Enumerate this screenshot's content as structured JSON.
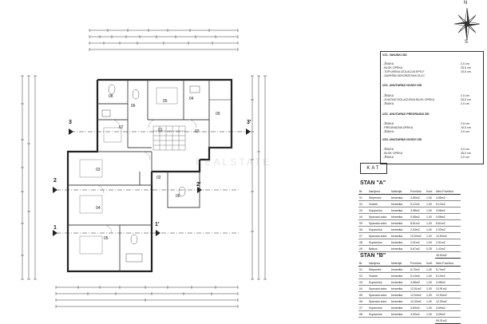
{
  "compass": {
    "north": "N",
    "south": "S"
  },
  "watermark": "REALSTATE",
  "rooms": {
    "r01": "01",
    "r02": "02",
    "r03": "03",
    "r04": "04",
    "r05": "05",
    "r06": "06",
    "r07": "07",
    "r08": "08",
    "r09": "09",
    "r06b": "06"
  },
  "sections": {
    "s1": "1",
    "s1b": "1'",
    "s2": "2",
    "s2b": "2'",
    "s3": "3",
    "s3b": "3'"
  },
  "legend": {
    "groups": [
      {
        "title": "VZ1. VANJSKI ZID",
        "rows": [
          [
            "- ŽBUKA",
            "2,0 cm"
          ],
          [
            "- BLOK OPEKA",
            "25,0 cm"
          ],
          [
            "- TOPLINSKA IZOLACIJA EPS-F",
            "10,0 cm"
          ],
          [
            "- ZAVRŠNI DEKORATIVNI SLOJ",
            ""
          ]
        ]
      },
      {
        "title": "UZ1. UNUTARNJI NOSIVI ZID",
        "rows": [
          [
            "- ŽBUKA",
            "2,0 cm"
          ],
          [
            "- ZVUČNO IZOLACIJSKA BLOK OPEKA",
            "25,0 cm"
          ],
          [
            "- ŽBUKA",
            "2,0 cm"
          ]
        ]
      },
      {
        "title": "UZ2. UNUTARNJI PREGRADNI ZID",
        "rows": [
          [
            "- ŽBUKA",
            "2,0 cm"
          ],
          [
            "- PREGRADNA OPEKA",
            "10,0 cm"
          ],
          [
            "- ŽBUKA",
            "2,0 cm"
          ]
        ]
      },
      {
        "title": "UZ3. UNUTARNJI NOSIVI ZID",
        "rows": [
          [
            "- ŽBUKA",
            "2,0 cm"
          ],
          [
            "- BLOK OPEKA",
            "25,0 cm"
          ],
          [
            "- ŽBUKA",
            "2,0 cm"
          ]
        ]
      }
    ]
  },
  "sheet_title": "KAT",
  "stan_a": {
    "title": "STAN \"A\"",
    "headers": [
      "Br.",
      "Namjena",
      "Materijal",
      "Površina",
      "Koef.",
      "Neto Površina"
    ],
    "rows": [
      [
        "01",
        "Stepenice",
        "keramika",
        "4,55m2",
        "1,00",
        "4,55m2"
      ],
      [
        "02",
        "Hodnik",
        "keramika",
        "5,12m2",
        "1,00",
        "5,12m2"
      ],
      [
        "03",
        "Kupaonica",
        "keramika",
        "3,98m2",
        "1,00",
        "3,98m2"
      ],
      [
        "04",
        "Spavaća soba",
        "keramika",
        "9,58m2",
        "1,00",
        "9,58m2"
      ],
      [
        "05",
        "Spavaća soba",
        "keramika",
        "8,61m2",
        "1,00",
        "8,61m2"
      ],
      [
        "06",
        "Kupaonica",
        "keramika",
        "2,93m2",
        "1,00",
        "2,93m2"
      ],
      [
        "07",
        "Spavaća soba",
        "keramika",
        "10,53m2",
        "1,00",
        "10,53m2"
      ],
      [
        "08",
        "Kupaonica",
        "keramika",
        "2,91m2",
        "1,00",
        "2,91m2"
      ],
      [
        "09",
        "Balkon",
        "keramika",
        "5,67m2",
        "0,25",
        "1,42m2"
      ]
    ],
    "total": "49,63m2"
  },
  "stan_b": {
    "title": "STAN \"B\"",
    "headers": [
      "Br.",
      "Namjena",
      "Materijal",
      "Površina",
      "Koef.",
      "Neto Površina"
    ],
    "rows": [
      [
        "01",
        "Stepenice",
        "keramika",
        "5,70m2",
        "1,00",
        "5,70m2"
      ],
      [
        "02",
        "Hodnik",
        "keramika",
        "5,10m2",
        "1,00",
        "5,10m2"
      ],
      [
        "03",
        "Kupaonica",
        "keramika",
        "3,98m2",
        "1,00",
        "3,98m2"
      ],
      [
        "04",
        "Spavaća soba",
        "keramika",
        "12,91m2",
        "1,00",
        "12,91m2"
      ],
      [
        "05",
        "Spavaća soba",
        "keramika",
        "12,54m2",
        "1,00",
        "12,54m2"
      ],
      [
        "06",
        "Spavaća soba",
        "keramika",
        "12,30m2",
        "1,00",
        "12,30m2"
      ],
      [
        "07",
        "Kupaonica",
        "keramika",
        "3,69m2",
        "1,00",
        "3,69m2"
      ],
      [
        "08",
        "Kupaonica",
        "keramika",
        "3,09m2",
        "1,00",
        "3,09m2"
      ]
    ],
    "total": "59,31m2"
  }
}
